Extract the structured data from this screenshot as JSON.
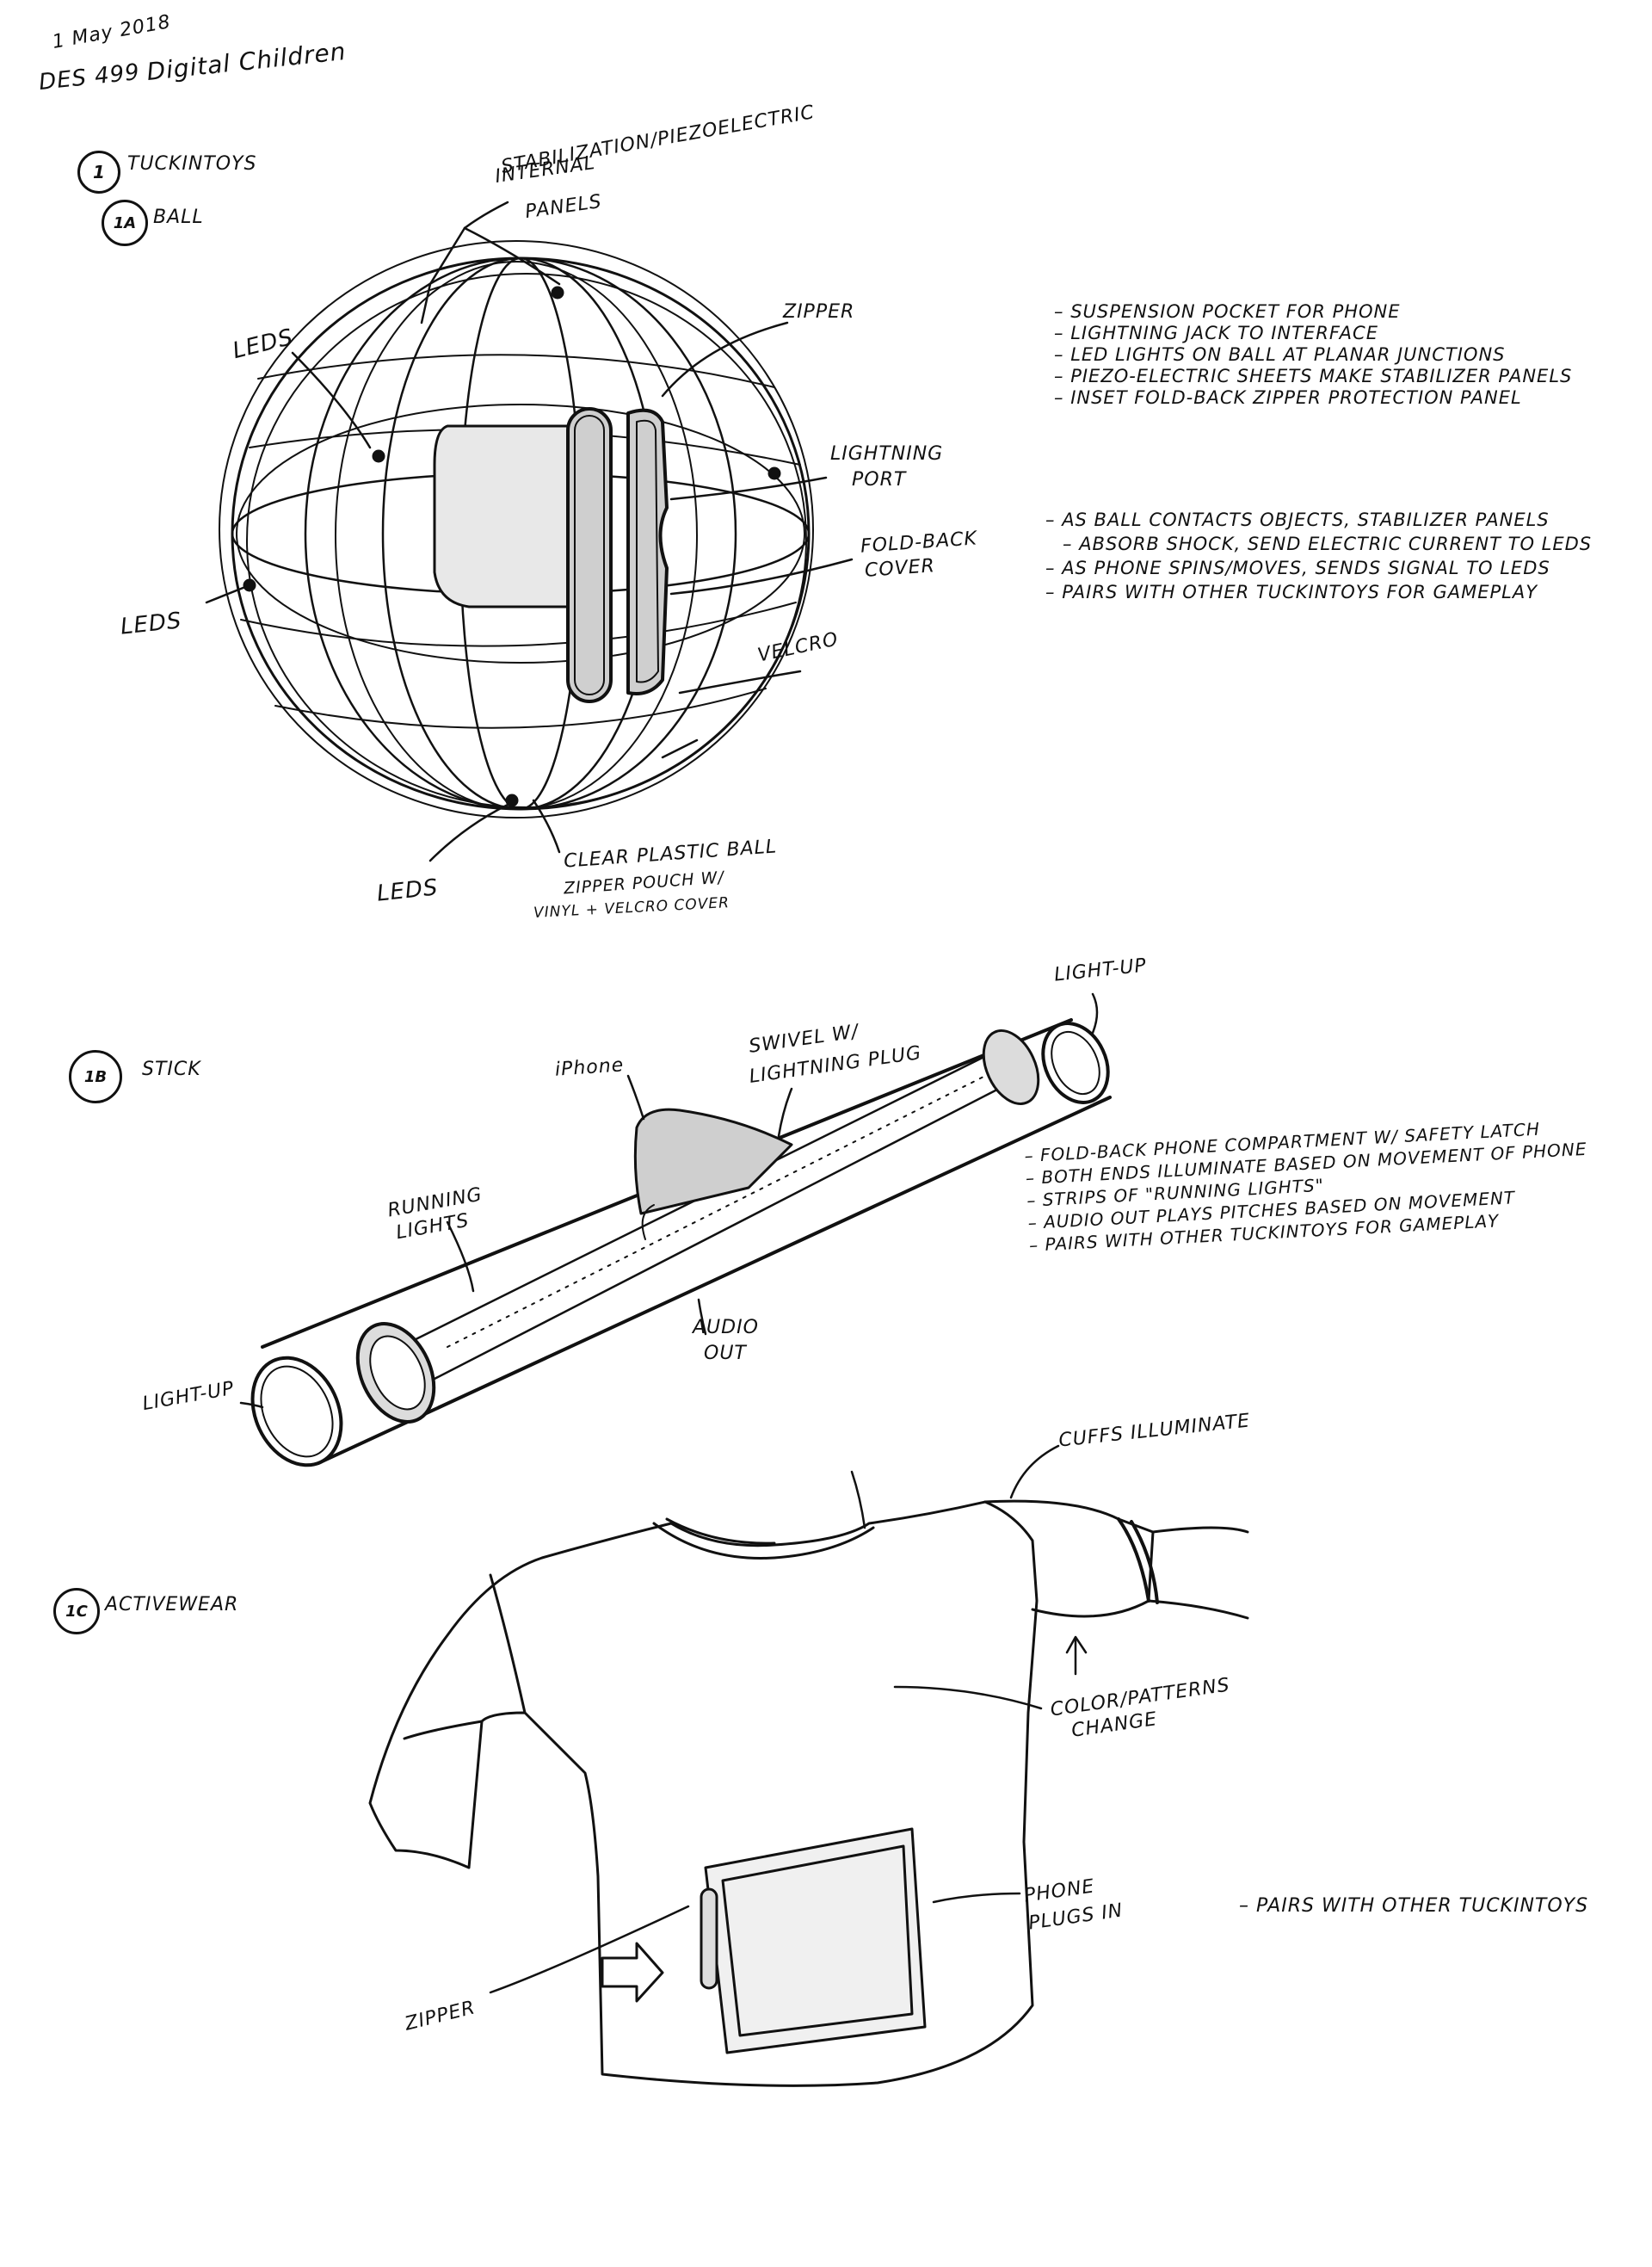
{
  "header": {
    "date": "1 May 2018",
    "course": "DES 499",
    "project": "Digital Children"
  },
  "section1": {
    "number": "1",
    "title": "Tuckintoys"
  },
  "ball": {
    "number": "1A",
    "title": "Ball",
    "labels": {
      "internal_panels": "Internal Stabilization/Piezoelectric Panels",
      "internal_panels_line1": "Internal",
      "internal_panels_line2": "Stabilization/Piezoelectric",
      "internal_panels_line3": "Panels",
      "leds_top": "LEDs",
      "leds_left": "LEDs",
      "leds_bottom": "LEDs",
      "zipper": "Zipper",
      "lightning_port_line1": "Lightning",
      "lightning_port_line2": "Port",
      "fold_back_cover_line1": "Fold-Back",
      "fold_back_cover_line2": "Cover",
      "velcro": "Velcro",
      "clear_ball": "Clear Plastic Ball",
      "zipper_pouch_line1": "Zipper Pouch w/",
      "zipper_pouch_line2": "Vinyl + Velcro Cover"
    },
    "notes_a": [
      "Suspension pocket for phone",
      "Lightning jack to interface",
      "LED lights on ball at planar junctions",
      "Piezo-electric sheets make stabilizer panels",
      "Inset fold-back zipper protection panel"
    ],
    "notes_b": [
      "As ball contacts objects, stabilizer panels absorb shock, send electric current to LEDs",
      "As phone spins/moves, sends signal to LEDs",
      "Pairs with other Tuckintoys for gameplay"
    ],
    "notes_b_line1": "As ball contacts objects, stabilizer panels",
    "notes_b_line2": "absorb shock, send electric current to LEDs",
    "notes_b_item2": "As phone spins/moves, sends signal to LEDs",
    "notes_b_item3": "Pairs with other Tuckintoys for gameplay"
  },
  "stick": {
    "number": "1B",
    "title": "Stick",
    "labels": {
      "light_up_right": "Light-up",
      "light_up_left": "Light-up",
      "iphone": "iPhone",
      "swivel_line1": "Swivel w/",
      "swivel_line2": "Lightning plug",
      "running_lights_line1": "Running",
      "running_lights_line2": "Lights",
      "audio_out_line1": "Audio",
      "audio_out_line2": "Out"
    },
    "notes": [
      "Fold-back phone compartment w/ safety latch",
      "Both ends illuminate based on movement of phone",
      "Strips of \"running lights\"",
      "Audio out plays pitches based on movement",
      "Pairs with other Tuckintoys for gameplay"
    ]
  },
  "activewear": {
    "number": "1C",
    "title": "Activewear",
    "labels": {
      "cuffs": "Cuffs illuminate",
      "color_line1": "Color/patterns",
      "color_line2": "change",
      "phone_line1": "Phone",
      "phone_line2": "plugs in",
      "zipper": "Zipper"
    },
    "notes": [
      "Pairs with other Tuckintoys"
    ]
  }
}
